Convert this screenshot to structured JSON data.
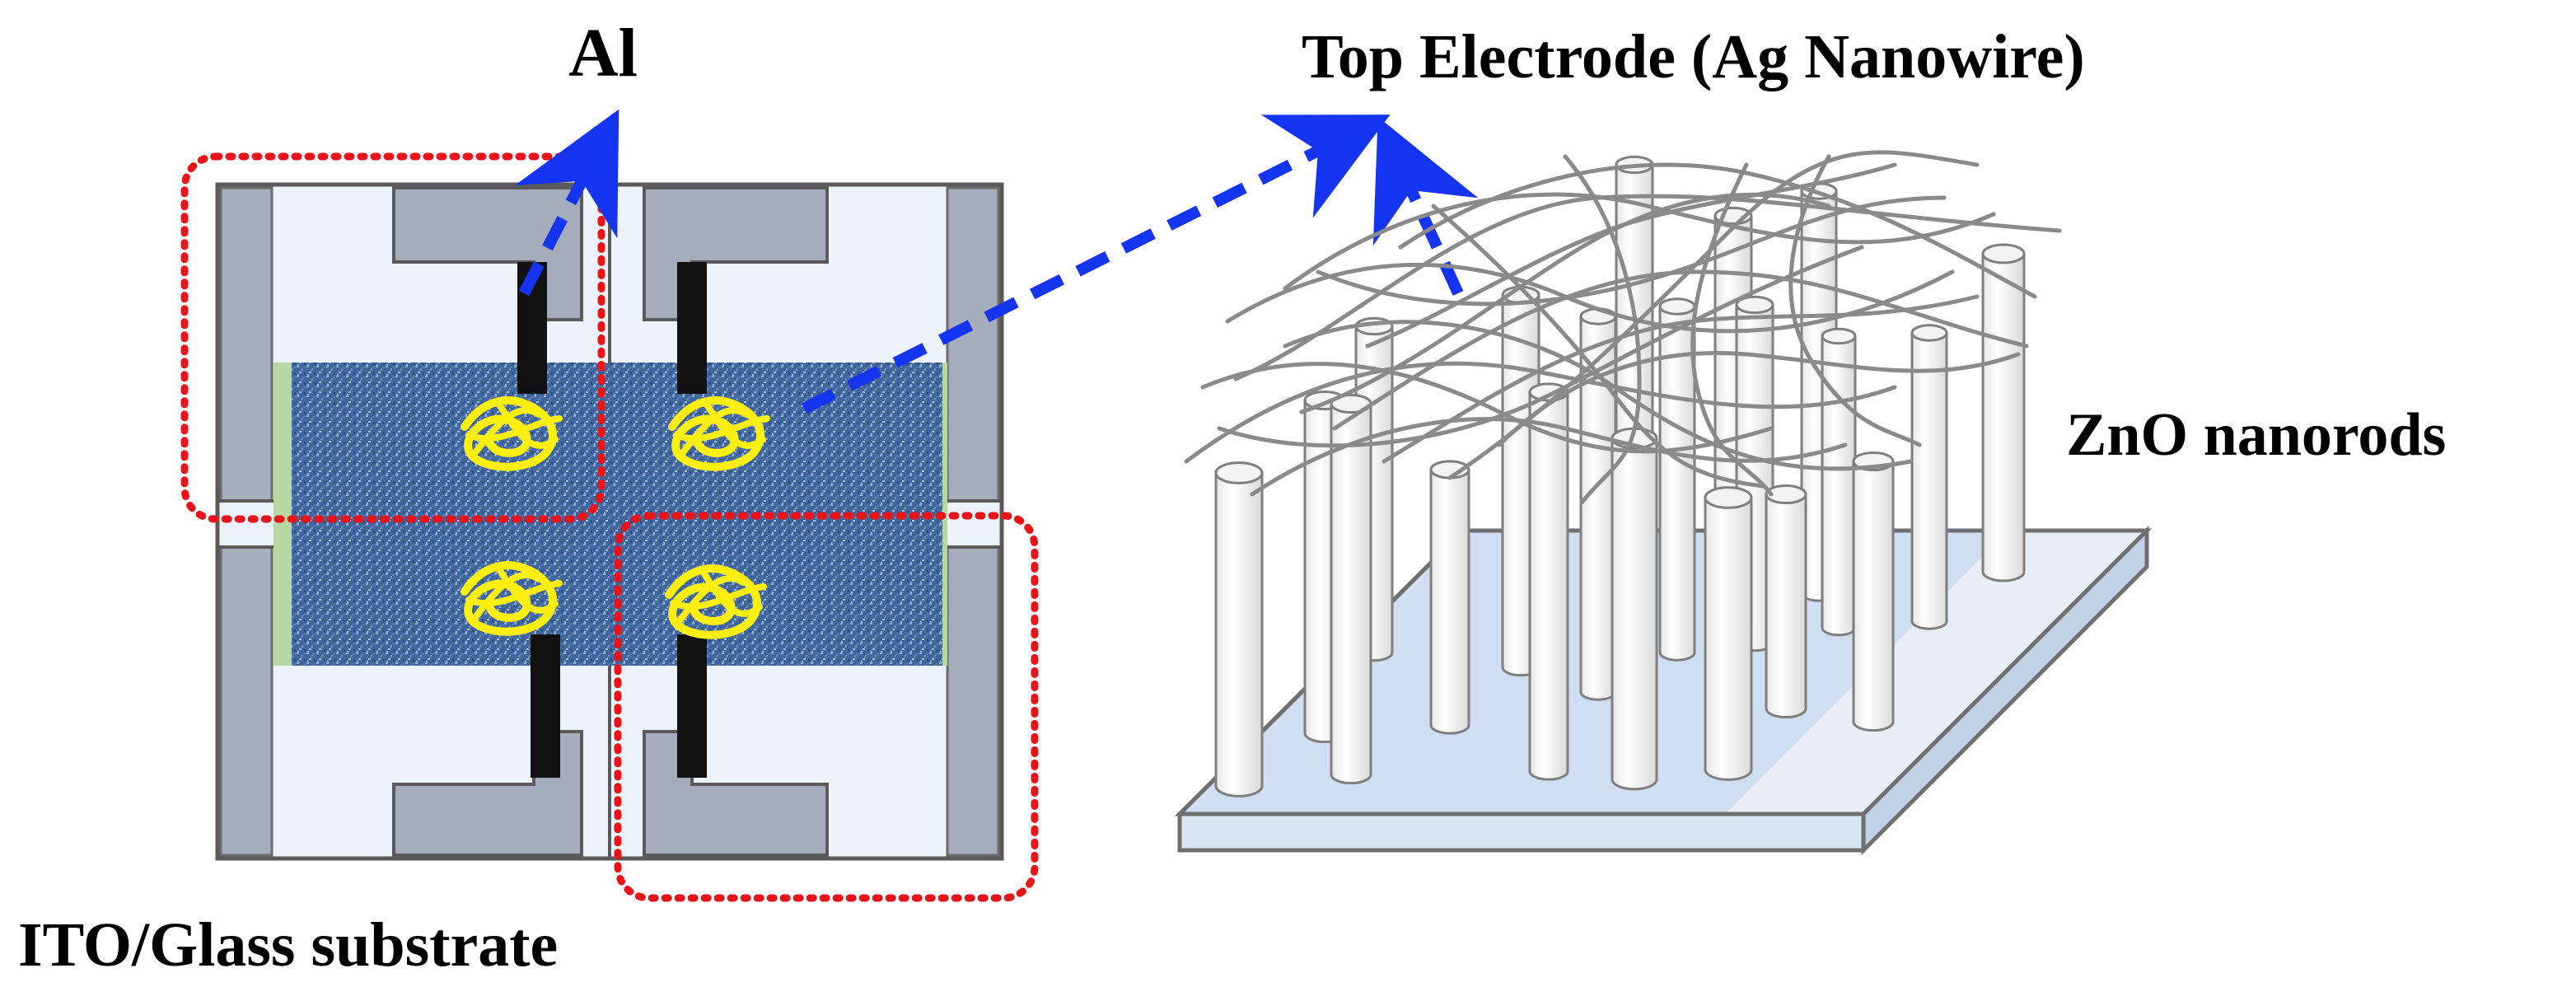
{
  "labels": {
    "al": "Al",
    "top_electrode": "Top Electrode (Ag Nanowire)",
    "zno": "ZnO nanorods",
    "substrate": "ITO/Glass substrate"
  },
  "colors": {
    "frame_gray": "#a5adbd",
    "glass_light": "#edf3fa",
    "active_blue": "#41679f",
    "green_strip": "#b7d7a3",
    "black_finger": "#111111",
    "yellow_pixel": "#ffef10",
    "dash_red": "#e8141a",
    "arrow_blue": "#1434f0",
    "rod_white": "#f6f6f6",
    "rod_outline": "#7f7f7f",
    "substrate_blue": "#cfdef0",
    "wire_gray": "#8a8a8a"
  },
  "icons": {
    "pixel_marker": "yellow-scribble-icon",
    "arrow": "dashed-arrow-icon"
  }
}
